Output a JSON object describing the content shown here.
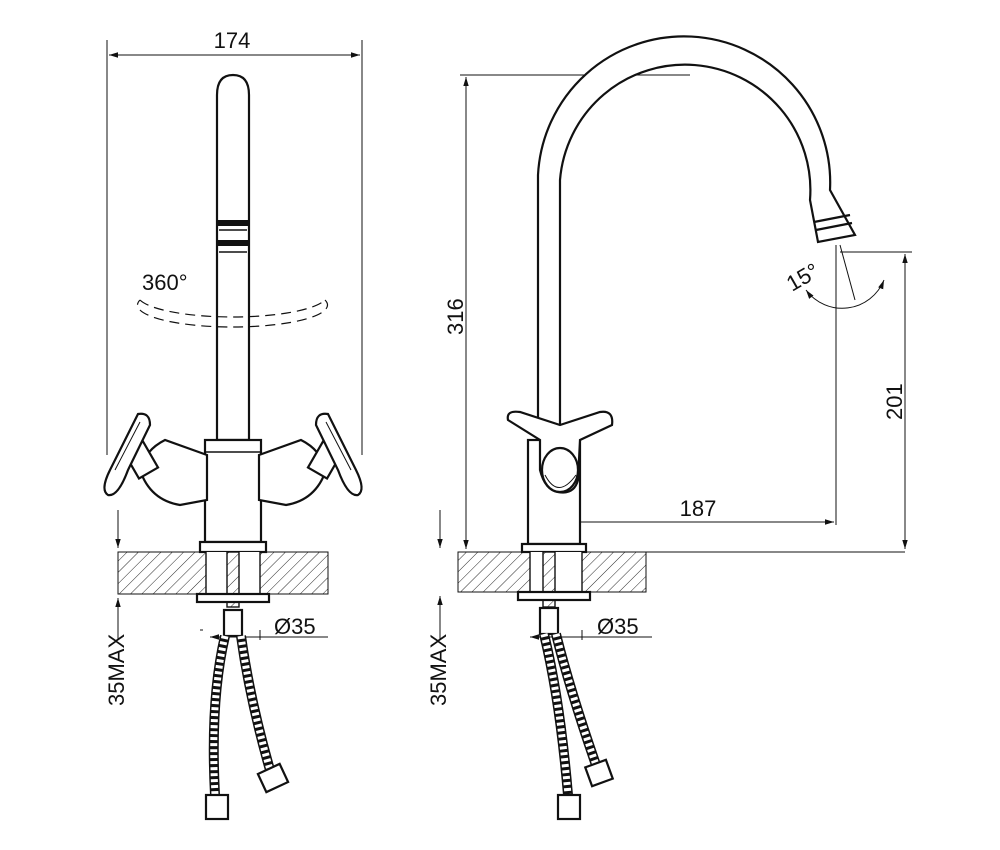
{
  "dimensions": {
    "front_width": "174",
    "rotation": "360°",
    "height_total": "316",
    "spout_reach": "187",
    "spout_height": "201",
    "tilt_angle": "15°",
    "hole_diameter_left": "Ø35",
    "hole_diameter_right": "Ø35",
    "max_thickness_left": "35MAX",
    "max_thickness_right": "35MAX"
  },
  "colors": {
    "line": "#111111",
    "background": "#ffffff"
  }
}
